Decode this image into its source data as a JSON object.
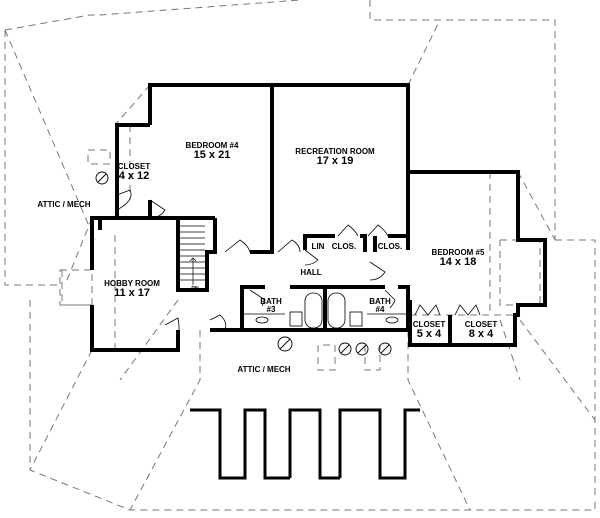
{
  "rooms": {
    "bedroom4": {
      "name": "BEDROOM #4",
      "size": "15 x 21"
    },
    "recreation": {
      "name": "RECREATION ROOM",
      "size": "17 x 19"
    },
    "bedroom5": {
      "name": "BEDROOM #5",
      "size": "14 x 18"
    },
    "hobby": {
      "name": "HOBBY ROOM",
      "size": "11 x 17"
    },
    "closet_left": {
      "name": "CLOSET",
      "size": "4 x 12"
    },
    "closet_a": {
      "name": "CLOSET",
      "size": "5 x 4"
    },
    "closet_b": {
      "name": "CLOSET",
      "size": "8 x 4"
    },
    "bath3": {
      "name": "BATH",
      "num": "#3"
    },
    "bath4": {
      "name": "BATH",
      "num": "#4"
    },
    "hall": "HALL",
    "lin": "LIN",
    "clos1": "CLOS.",
    "clos2": "CLOS.",
    "attic_left": "ATTIC / MECH",
    "attic_bottom": "ATTIC / MECH",
    "stair": "DN"
  },
  "colors": {
    "wall": "#000000",
    "dashed": "#666666",
    "background": "#ffffff"
  }
}
